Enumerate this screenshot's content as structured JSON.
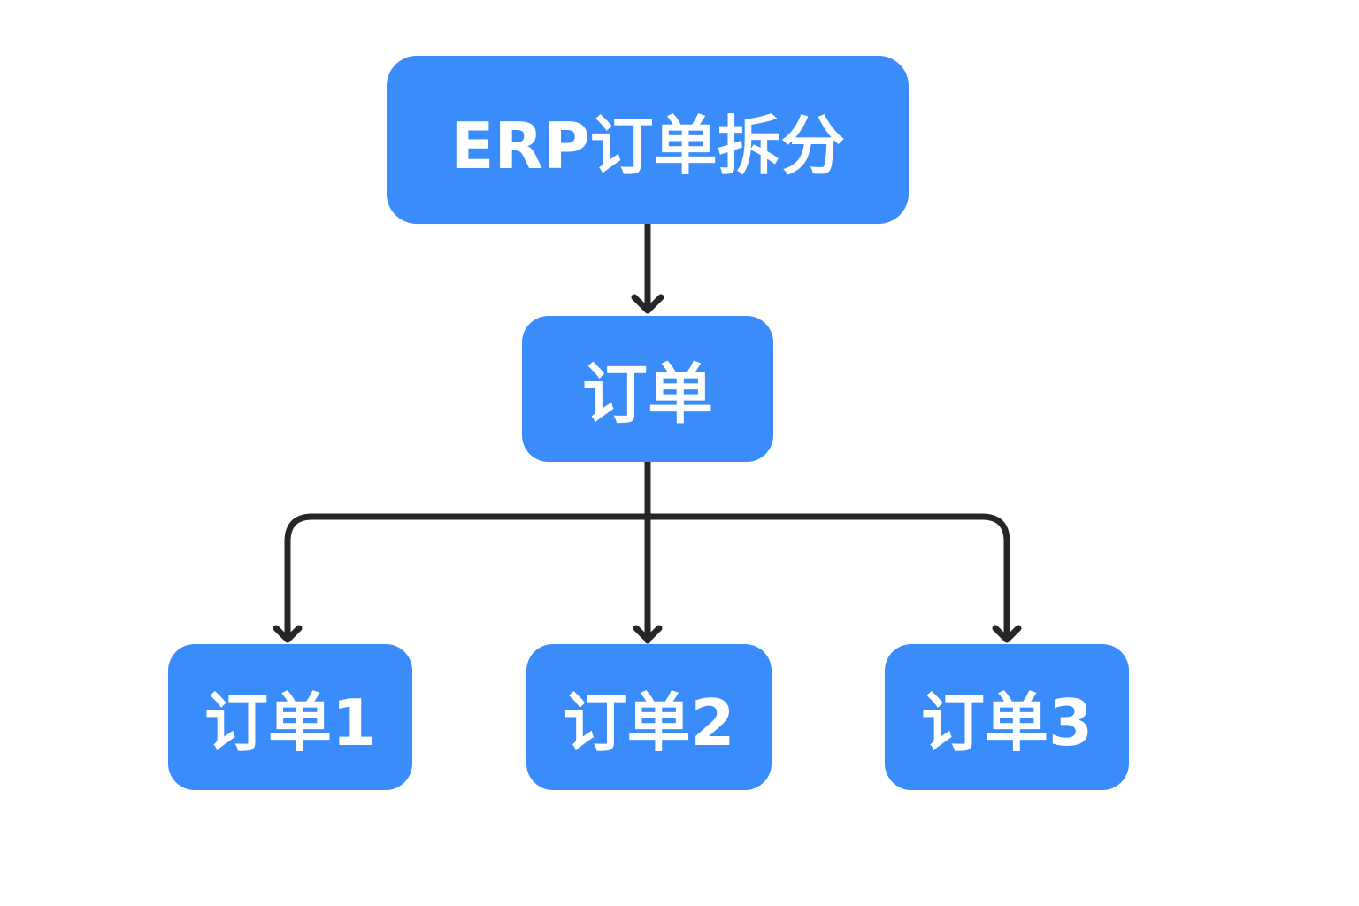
{
  "diagram": {
    "root": {
      "label": "ERP订单拆分"
    },
    "middle": {
      "label": "订单"
    },
    "children": [
      {
        "label": "订单1"
      },
      {
        "label": "订单2"
      },
      {
        "label": "订单3"
      }
    ]
  },
  "colors": {
    "node_fill": "#3a8cfb",
    "node_text": "#ffffff",
    "connector": "#262626",
    "background": "#ffffff"
  }
}
